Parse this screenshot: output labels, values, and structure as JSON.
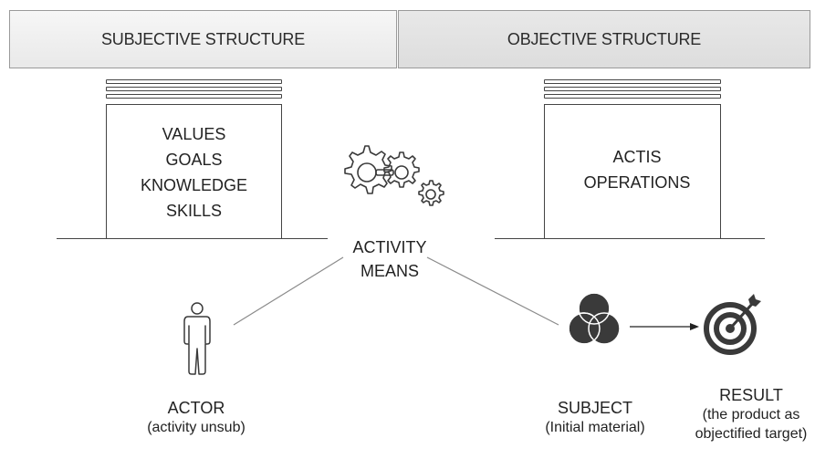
{
  "headers": {
    "subjective": "SUBJECTIVE STRUCTURE",
    "objective": "OBJECTIVE STRUCTURE"
  },
  "left_pillar": {
    "lines": [
      "VALUES",
      "GOALS",
      "KNOWLEDGE",
      "SKILLS"
    ]
  },
  "right_pillar": {
    "lines": [
      "ACTIS",
      "OPERATIONS"
    ]
  },
  "center": {
    "line1": "ACTIVITY",
    "line2": "MEANS",
    "icon": "gears-icon"
  },
  "actor": {
    "title": "ACTOR",
    "subtitle": "(activity unsub)",
    "icon": "person-icon"
  },
  "subject": {
    "title": "SUBJECT",
    "subtitle": "(Initial material)",
    "icon": "venn-circles-icon"
  },
  "result": {
    "title": "RESULT",
    "subtitle_line1": "(the product as",
    "subtitle_line2": "objectified target)",
    "icon": "target-icon"
  },
  "colors": {
    "line": "#444444",
    "header_border": "#9a9a9a",
    "header_bg_left": "#efefef",
    "header_bg_right": "#e2e2e2",
    "icon_dark": "#3a3a3a"
  }
}
